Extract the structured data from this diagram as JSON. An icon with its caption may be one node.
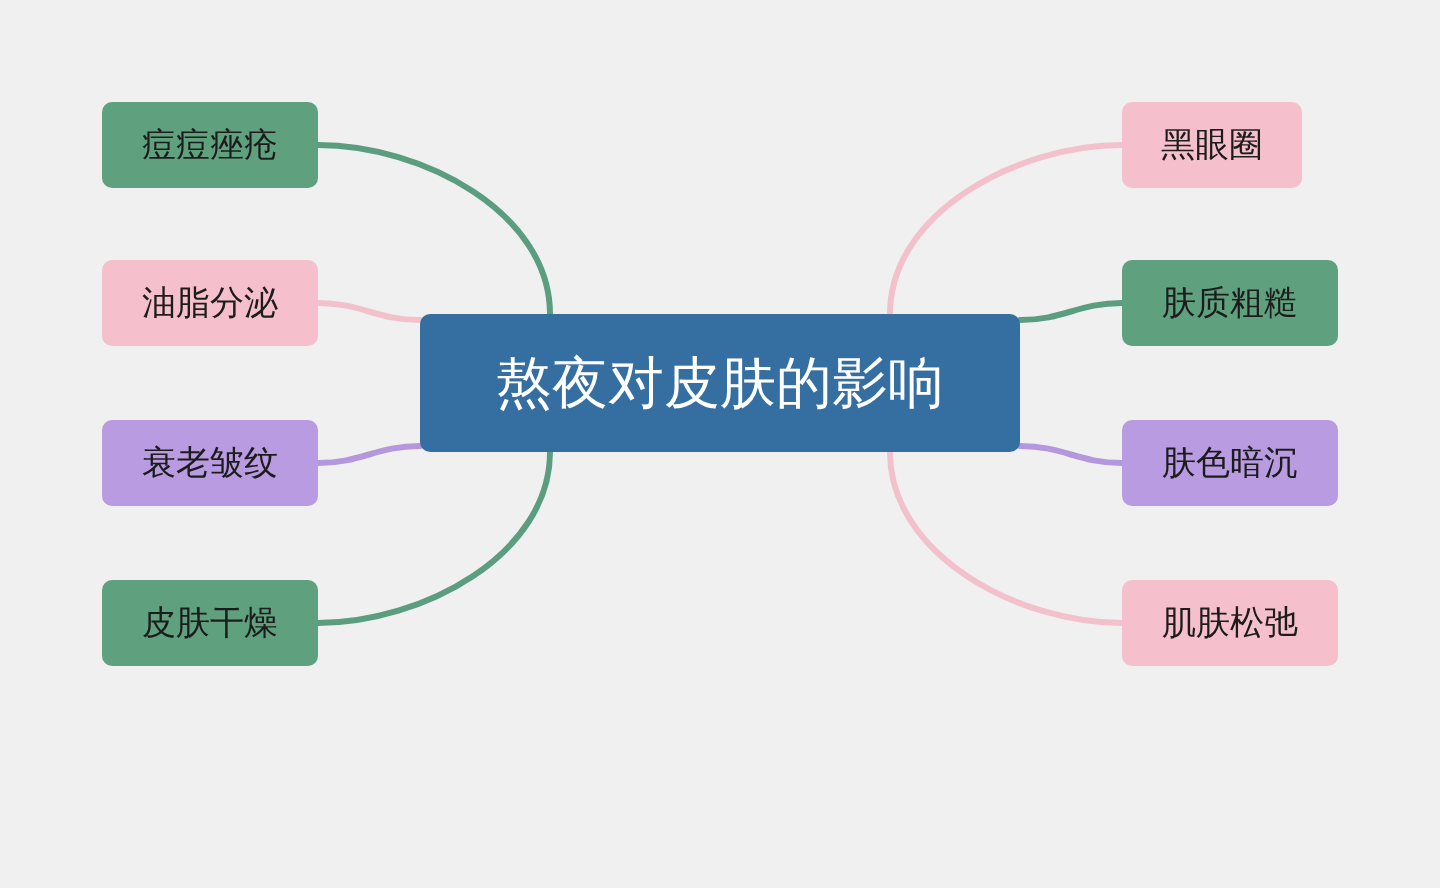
{
  "diagram": {
    "nodes": [
      {
        "text": [
          "熬夜对皮肤的影响"
        ]
      },
      {
        "text": [
          "痘痘痤疮"
        ]
      },
      {
        "text": [
          "油脂分泌"
        ]
      },
      {
        "text": [
          "衰老皱纹"
        ]
      },
      {
        "text": [
          "皮肤干燥"
        ]
      },
      {
        "text": [
          "黑眼圈"
        ]
      },
      {
        "text": [
          "肤质粗糙"
        ]
      },
      {
        "text": [
          "肤色暗沉"
        ]
      },
      {
        "text": [
          "肌肤松弛"
        ]
      }
    ],
    "edges": [
      {
        "from": 0,
        "to": 1,
        "arrow": "none",
        "color": "#5b9e7f"
      },
      {
        "from": 0,
        "to": 2,
        "arrow": "none",
        "color": "#f2c1cb"
      },
      {
        "from": 0,
        "to": 3,
        "arrow": "none",
        "color": "#b497dd"
      },
      {
        "from": 0,
        "to": 4,
        "arrow": "none",
        "color": "#5b9e7f"
      },
      {
        "from": 0,
        "to": 5,
        "arrow": "none",
        "color": "#f2c1cb"
      },
      {
        "from": 0,
        "to": 6,
        "arrow": "none",
        "color": "#5b9e7f"
      },
      {
        "from": 0,
        "to": 7,
        "arrow": "none",
        "color": "#b497dd"
      },
      {
        "from": 0,
        "to": 8,
        "arrow": "none",
        "color": "#f2c1cb"
      }
    ]
  }
}
